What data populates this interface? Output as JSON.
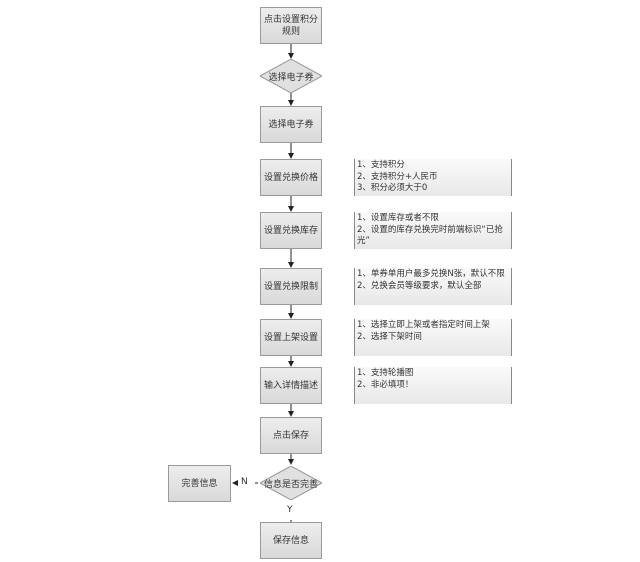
{
  "steps": {
    "s1": "点击设置积分规则",
    "d1": "选择电子券",
    "s2": "选择电子券",
    "s3": "设置兑换价格",
    "s4": "设置兑换库存",
    "s5": "设置兑换限制",
    "s6": "设置上架设置",
    "s7": "输入详情描述",
    "s8": "点击保存",
    "d2": "信息是否完善",
    "s9": "保存信息",
    "side": "完善信息"
  },
  "labels": {
    "no": "N",
    "yes": "Y"
  },
  "notes": {
    "n3": [
      "1、支持积分",
      "2、支持积分+人民币",
      "3、积分必须大于0"
    ],
    "n4": [
      "1、设置库存或者不限",
      "2、设置的库存兑换完时前端标识“已抢光”"
    ],
    "n5": [
      "1、单券单用户最多兑换N张，默认不限",
      "2、兑换会员等级要求，默认全部"
    ],
    "n6": [
      "1、选择立即上架或者指定时间上架",
      "2、选择下架时间"
    ],
    "n7": [
      "1、支持轮播图",
      "2、非必填项！"
    ]
  }
}
